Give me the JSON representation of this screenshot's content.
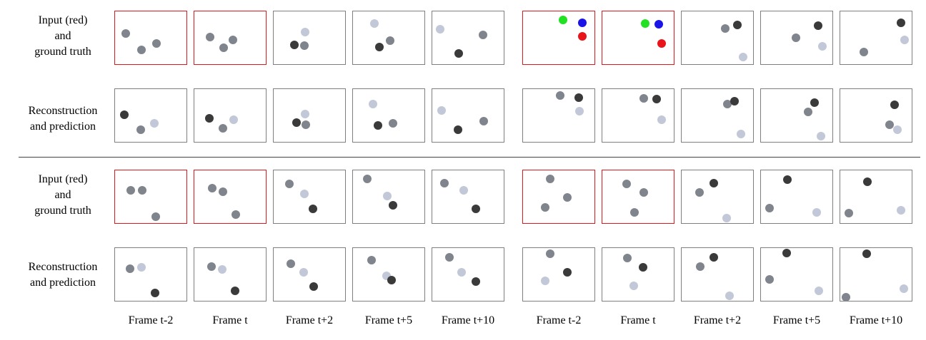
{
  "row_labels": {
    "input": [
      "Input (red)",
      "and",
      "ground truth"
    ],
    "recon": [
      "Reconstruction",
      "and prediction"
    ]
  },
  "frame_labels": [
    "Frame t-2",
    "Frame t",
    "Frame t+2",
    "Frame t+5",
    "Frame t+10",
    "Frame t-2",
    "Frame t",
    "Frame t+2",
    "Frame t+5",
    "Frame t+10"
  ],
  "colors": {
    "input_border": "#e0191d",
    "frame_border": "#7f7f7f",
    "ball_dark": "#3a3a3a",
    "ball_mid": "#80848c",
    "ball_light": "#c2c8d8",
    "ball_green": "#22e022",
    "ball_blue": "#1a14e6",
    "ball_red": "#e8141a"
  },
  "ball_shades": [
    "dark",
    "mid",
    "light",
    "green",
    "blue",
    "red"
  ],
  "rows": [
    {
      "kind": "input",
      "groups": [
        [
          {
            "input": true,
            "balls": [
              [
                15,
                31,
                1
              ],
              [
                37,
                54,
                1
              ],
              [
                58,
                45,
                1
              ]
            ]
          },
          {
            "input": true,
            "balls": [
              [
                22,
                36,
                1
              ],
              [
                41,
                51,
                1
              ],
              [
                54,
                40,
                1
              ]
            ]
          },
          {
            "input": false,
            "balls": [
              [
                29,
                47,
                0
              ],
              [
                44,
                29,
                2
              ],
              [
                43,
                48,
                1
              ]
            ]
          },
          {
            "input": false,
            "balls": [
              [
                30,
                17,
                2
              ],
              [
                52,
                41,
                1
              ],
              [
                37,
                50,
                0
              ]
            ]
          },
          {
            "input": false,
            "balls": [
              [
                11,
                25,
                2
              ],
              [
                71,
                33,
                1
              ],
              [
                37,
                59,
                0
              ]
            ]
          }
        ],
        [
          {
            "input": true,
            "balls": [
              [
                56,
                12,
                3
              ],
              [
                83,
                16,
                4
              ],
              [
                83,
                35,
                5
              ]
            ]
          },
          {
            "input": true,
            "balls": [
              [
                60,
                17,
                3
              ],
              [
                79,
                18,
                4
              ],
              [
                83,
                45,
                5
              ]
            ]
          },
          {
            "input": false,
            "balls": [
              [
                61,
                24,
                1
              ],
              [
                78,
                19,
                0
              ],
              [
                86,
                64,
                2
              ]
            ]
          },
          {
            "input": false,
            "balls": [
              [
                49,
                37,
                1
              ],
              [
                80,
                20,
                0
              ],
              [
                86,
                49,
                2
              ]
            ]
          },
          {
            "input": false,
            "balls": [
              [
                33,
                57,
                1
              ],
              [
                85,
                16,
                0
              ],
              [
                90,
                40,
                2
              ]
            ]
          }
        ]
      ]
    },
    {
      "kind": "recon",
      "groups": [
        [
          {
            "input": false,
            "balls": [
              [
                13,
                36,
                0
              ],
              [
                36,
                57,
                1
              ],
              [
                55,
                48,
                2
              ]
            ]
          },
          {
            "input": false,
            "balls": [
              [
                21,
                41,
                0
              ],
              [
                40,
                55,
                1
              ],
              [
                55,
                43,
                2
              ]
            ]
          },
          {
            "input": false,
            "balls": [
              [
                32,
                47,
                0
              ],
              [
                44,
                35,
                2
              ],
              [
                45,
                50,
                1
              ]
            ]
          },
          {
            "input": false,
            "balls": [
              [
                28,
                21,
                2
              ],
              [
                35,
                51,
                0
              ],
              [
                56,
                48,
                1
              ]
            ]
          },
          {
            "input": false,
            "balls": [
              [
                13,
                30,
                2
              ],
              [
                72,
                45,
                1
              ],
              [
                36,
                57,
                0
              ]
            ]
          }
        ],
        [
          {
            "input": false,
            "balls": [
              [
                52,
                9,
                1
              ],
              [
                78,
                12,
                0
              ],
              [
                79,
                31,
                2
              ]
            ]
          },
          {
            "input": false,
            "balls": [
              [
                58,
                13,
                1
              ],
              [
                76,
                14,
                0
              ],
              [
                83,
                43,
                2
              ]
            ]
          },
          {
            "input": false,
            "balls": [
              [
                64,
                21,
                1
              ],
              [
                74,
                17,
                0
              ],
              [
                83,
                63,
                2
              ]
            ]
          },
          {
            "input": false,
            "balls": [
              [
                66,
                32,
                1
              ],
              [
                75,
                19,
                0
              ],
              [
                84,
                66,
                2
              ]
            ]
          },
          {
            "input": false,
            "balls": [
              [
                76,
                22,
                0
              ],
              [
                69,
                50,
                1
              ],
              [
                80,
                57,
                2
              ]
            ]
          }
        ]
      ]
    },
    {
      "kind": "input",
      "groups": [
        [
          {
            "input": true,
            "balls": [
              [
                22,
                28,
                1
              ],
              [
                38,
                28,
                1
              ],
              [
                57,
                65,
                1
              ]
            ]
          },
          {
            "input": true,
            "balls": [
              [
                25,
                25,
                1
              ],
              [
                40,
                30,
                1
              ],
              [
                58,
                62,
                1
              ]
            ]
          },
          {
            "input": false,
            "balls": [
              [
                22,
                19,
                1
              ],
              [
                43,
                33,
                2
              ],
              [
                55,
                54,
                0
              ]
            ]
          },
          {
            "input": false,
            "balls": [
              [
                20,
                12,
                1
              ],
              [
                48,
                36,
                2
              ],
              [
                56,
                49,
                0
              ]
            ]
          },
          {
            "input": false,
            "balls": [
              [
                17,
                18,
                1
              ],
              [
                44,
                28,
                2
              ],
              [
                61,
                54,
                0
              ]
            ]
          }
        ],
        [
          {
            "input": true,
            "balls": [
              [
                38,
                12,
                1
              ],
              [
                62,
                38,
                1
              ],
              [
                31,
                52,
                1
              ]
            ]
          },
          {
            "input": true,
            "balls": [
              [
                34,
                19,
                1
              ],
              [
                58,
                31,
                1
              ],
              [
                45,
                59,
                1
              ]
            ]
          },
          {
            "input": false,
            "balls": [
              [
                25,
                31,
                1
              ],
              [
                45,
                18,
                0
              ],
              [
                63,
                67,
                2
              ]
            ]
          },
          {
            "input": false,
            "balls": [
              [
                12,
                53,
                1
              ],
              [
                37,
                13,
                0
              ],
              [
                78,
                59,
                2
              ]
            ]
          },
          {
            "input": false,
            "balls": [
              [
                12,
                60,
                1
              ],
              [
                38,
                16,
                0
              ],
              [
                85,
                56,
                2
              ]
            ]
          }
        ]
      ]
    },
    {
      "kind": "recon",
      "groups": [
        [
          {
            "input": false,
            "balls": [
              [
                21,
                29,
                1
              ],
              [
                37,
                27,
                2
              ],
              [
                56,
                63,
                0
              ]
            ]
          },
          {
            "input": false,
            "balls": [
              [
                24,
                26,
                1
              ],
              [
                39,
                30,
                2
              ],
              [
                57,
                60,
                0
              ]
            ]
          },
          {
            "input": false,
            "balls": [
              [
                24,
                22,
                1
              ],
              [
                42,
                34,
                2
              ],
              [
                56,
                54,
                0
              ]
            ]
          },
          {
            "input": false,
            "balls": [
              [
                26,
                17,
                1
              ],
              [
                47,
                39,
                2
              ],
              [
                54,
                45,
                0
              ]
            ]
          },
          {
            "input": false,
            "balls": [
              [
                24,
                13,
                1
              ],
              [
                41,
                34,
                2
              ],
              [
                61,
                47,
                0
              ]
            ]
          }
        ],
        [
          {
            "input": false,
            "balls": [
              [
                38,
                8,
                1
              ],
              [
                62,
                34,
                0
              ],
              [
                31,
                46,
                2
              ]
            ]
          },
          {
            "input": false,
            "balls": [
              [
                35,
                14,
                1
              ],
              [
                57,
                27,
                0
              ],
              [
                44,
                53,
                2
              ]
            ]
          },
          {
            "input": false,
            "balls": [
              [
                26,
                26,
                1
              ],
              [
                45,
                13,
                0
              ],
              [
                67,
                67,
                2
              ]
            ]
          },
          {
            "input": false,
            "balls": [
              [
                12,
                44,
                1
              ],
              [
                36,
                7,
                0
              ],
              [
                81,
                60,
                2
              ]
            ]
          },
          {
            "input": false,
            "balls": [
              [
                8,
                69,
                1
              ],
              [
                37,
                8,
                0
              ],
              [
                89,
                57,
                2
              ]
            ]
          }
        ]
      ]
    }
  ]
}
